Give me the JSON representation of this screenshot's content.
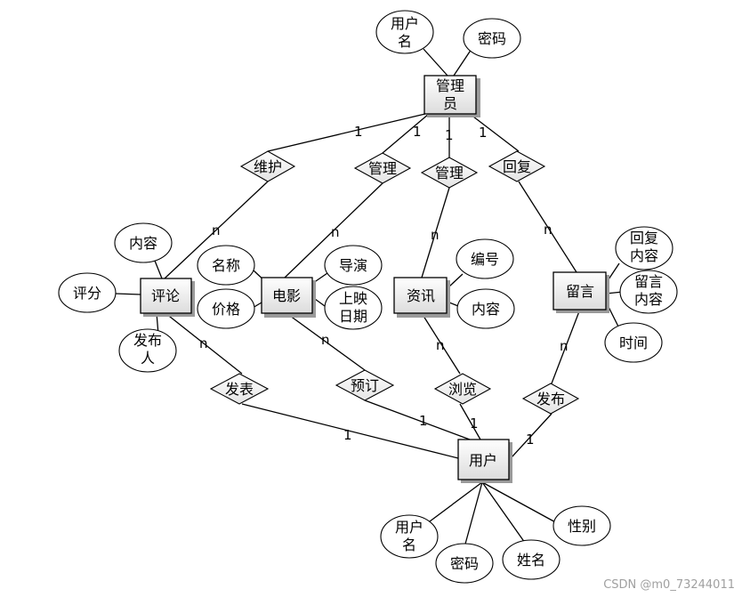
{
  "entities": {
    "admin": {
      "label": [
        "管理",
        "员"
      ]
    },
    "comment": {
      "label": [
        "评论"
      ]
    },
    "movie": {
      "label": [
        "电影"
      ]
    },
    "news": {
      "label": [
        "资讯"
      ]
    },
    "message": {
      "label": [
        "留言"
      ]
    },
    "user": {
      "label": [
        "用户"
      ]
    }
  },
  "attributes": {
    "admin_username": [
      "用户",
      "名"
    ],
    "admin_password": [
      "密码"
    ],
    "comment_content": [
      "内容"
    ],
    "comment_score": [
      "评分"
    ],
    "comment_author": [
      "发布",
      "人"
    ],
    "movie_name": [
      "名称"
    ],
    "movie_price": [
      "价格"
    ],
    "movie_director": [
      "导演"
    ],
    "movie_release_date": [
      "上映",
      "日期"
    ],
    "news_number": [
      "编号"
    ],
    "news_content": [
      "内容"
    ],
    "message_reply_content": [
      "回复",
      "内容"
    ],
    "message_content": [
      "留言",
      "内容"
    ],
    "message_time": [
      "时间"
    ],
    "user_username": [
      "用户",
      "名"
    ],
    "user_password": [
      "密码"
    ],
    "user_name": [
      "姓名"
    ],
    "user_gender": [
      "性别"
    ]
  },
  "relationships": {
    "maintain": "维护",
    "manage_movie": "管理",
    "manage_news": "管理",
    "reply": "回复",
    "publish_comment": "发表",
    "book": "预订",
    "browse": "浏览",
    "publish_message": "发布"
  },
  "cardinalities": {
    "admin_maintain": "1",
    "maintain_comment": "n",
    "admin_manage_movie": "1",
    "manage_movie_movie": "n",
    "admin_manage_news": "1",
    "manage_news_news": "n",
    "admin_reply": "1",
    "reply_message": "n",
    "comment_publish": "n",
    "publish_user": "1",
    "movie_book": "n",
    "book_user": "1",
    "news_browse": "n",
    "browse_user": "1",
    "message_publish": "n",
    "publish_message_user": "1"
  },
  "watermark": "CSDN @m0_73244011"
}
